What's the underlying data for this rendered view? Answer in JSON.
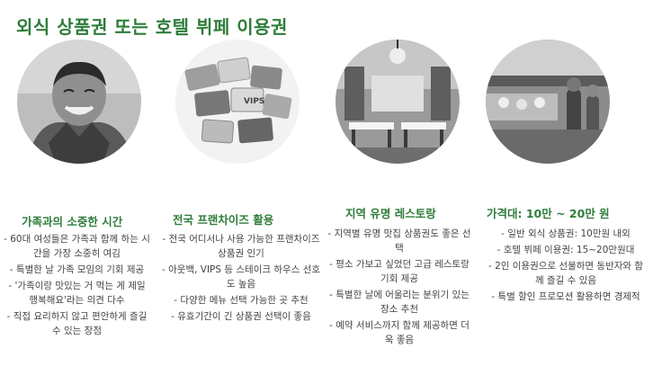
{
  "title": "외식 상품권 또는 호텔 뷔페 이용권",
  "columns": [
    {
      "heading": "가족과의 소중한 시간",
      "image": "smiling-elderly-man-photo",
      "bullets": [
        "- 60대 여성들은 가족과 함께 하는 시간을 가장 소중히 여김",
        "- 특별한 날 가족 모임의 기회 제공",
        "- '가족이랑 맛있는 거 먹는 게 제일 행복해요'라는 의견 다수",
        "- 직접 요리하지 않고 편안하게 즐길 수 있는 장점"
      ]
    },
    {
      "heading": "전국 프랜차이즈 활용",
      "image": "gift-cards-photo",
      "bullets": [
        "- 전국 어디서나 사용 가능한 프랜차이즈 상품권 인기",
        "- 아웃백, VIPS 등 스테이크 하우스 선호도 높음",
        "- 다양한 메뉴 선택 가능한 곳 추천",
        "- 유효기간이 긴 상품권 선택이 좋음"
      ]
    },
    {
      "heading": "지역 유명 레스토랑",
      "image": "restaurant-interior-photo",
      "bullets": [
        "- 지역별 유명 맛집 상품권도 좋은 선택",
        "- 평소 가보고 싶었던 고급 레스토랑 기회 제공",
        "- 특별한 날에 어울리는 분위기 있는 장소 추천",
        "- 예약 서비스까지 함께 제공하면 더욱 좋음"
      ]
    },
    {
      "heading": "가격대: 10만 ~ 20만 원",
      "image": "buffet-photo",
      "bullets": [
        "- 일반 외식 상품권: 10만원 내외",
        "- 호텔 뷔페 이용권: 15~20만원대",
        "- 2인 이용권으로 선물하면 동반자와 함께 즐길 수 있음",
        "- 특별 할인 프로모션 활용하면 경제적"
      ]
    }
  ]
}
